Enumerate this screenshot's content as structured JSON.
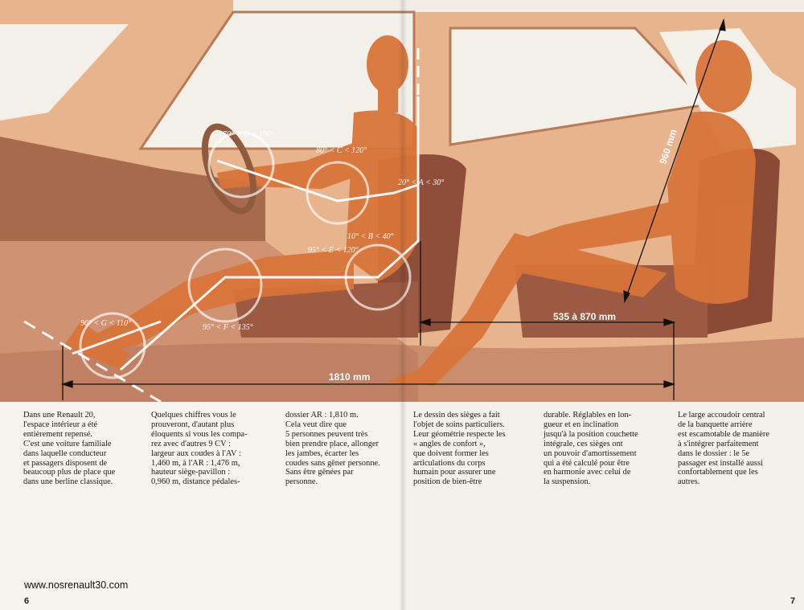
{
  "illustration": {
    "angles": {
      "D": "170° < D < 190°",
      "C": "80° < C < 120°",
      "A": "20° < A < 30°",
      "B": "10° < B < 40°",
      "E": "95° < E < 120°",
      "G": "90° < G < 110°",
      "F": "95° < F < 135°"
    },
    "dimensions": {
      "height": "960 mm",
      "seat_depth": "535 à 870 mm",
      "length": "1810 mm"
    },
    "colors": {
      "background": "#e9b791",
      "interior_dark": "#a8684c",
      "figure": "#d9763a",
      "white_lines": "#ffffff"
    }
  },
  "text": {
    "col1": "Dans une Renault 20,\nl'espace intérieur a été\nentièrement repensé.\nC'est une voiture familiale\ndans laquelle conducteur\net passagers disposent de\nbeaucoup plus de place que\ndans une berline classique.",
    "col2": "Quelques chiffres vous le\nprouveront, d'autant plus\néloquents si vous les compa-\nrez avec d'autres 9 CV :\nlargeur aux coudes à l'AV :\n1,460 m, à l'AR : 1,476 m,\nhauteur siège-pavillon :\n0,960 m, distance pédales-",
    "col3": "dossier AR : 1,810 m.\nCela veut dire que\n5 personnes peuvent très\nbien prendre place, allonger\nles jambes, écarter les\ncoudes sans gêner personne.\nSans être gênées par\npersonne.",
    "col4": "Le dessin des sièges a fait\nl'objet de soins particuliers.\nLeur géométrie respecte les\n« angles de confort »,\nque doivent former les\narticulations du corps\nhumain pour assurer une\nposition de bien-être",
    "col5": "durable. Réglables en lon-\ngueur et en inclination\njusqu'à la position couchette\nintégrale, ces sièges ont\nun pouvoir d'amortissement\nqui a été calculé pour être\nen harmonie avec celui de\nla suspension.",
    "col6": "Le large accoudoir central\nde la banquette arrière\nest escamotable de manière\nà s'intégrer parfaitement\ndans le dossier : le 5e\npassager est installé aussi\nconfortablement que les\nautres."
  },
  "website": "www.nosrenault30.com",
  "page_numbers": {
    "left": "6",
    "right": "7"
  }
}
